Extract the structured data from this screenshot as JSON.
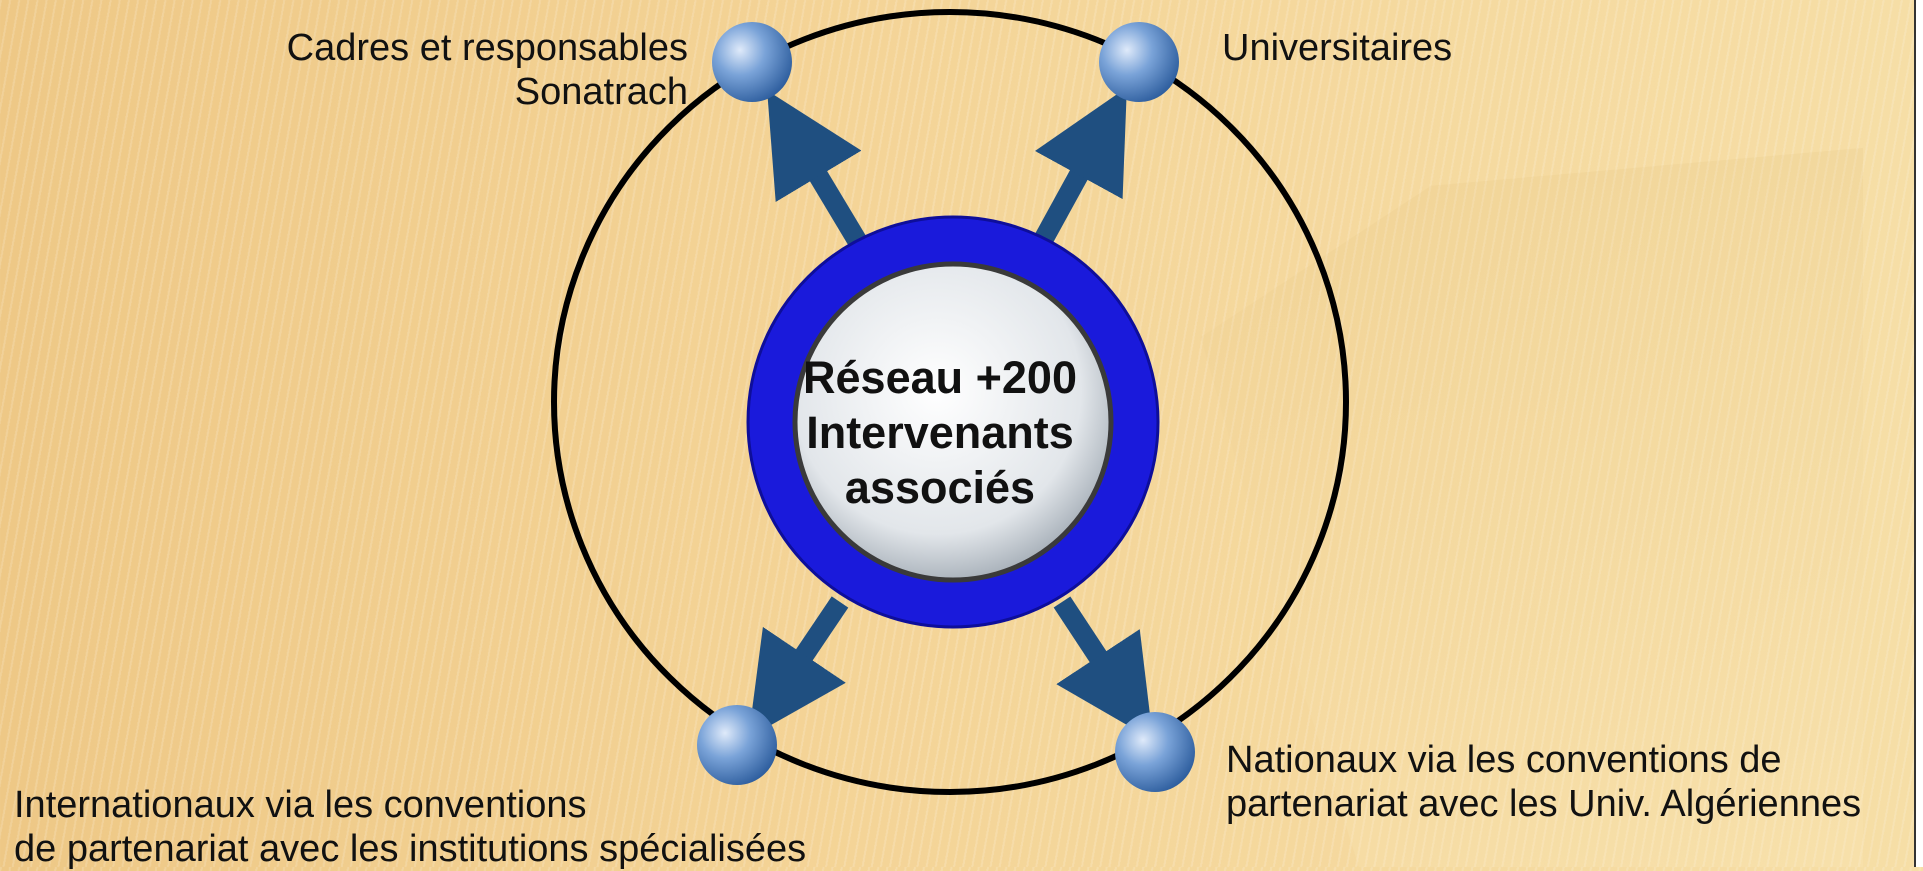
{
  "colors": {
    "ring": "#000000",
    "hub_outer": "#1a1adb",
    "hub_inner": "#d8dde2",
    "arrow": "#1f4f80",
    "node": "#5f8fc9"
  },
  "center": {
    "line1": "Réseau +200",
    "line2": "Intervenants",
    "line3": "associés"
  },
  "labels": {
    "top_left": {
      "line1": "Cadres et responsables",
      "line2": "Sonatrach"
    },
    "top_right": {
      "line1": "Universitaires"
    },
    "bottom_left": {
      "line1": "Internationaux via les conventions",
      "line2": "de partenariat avec les institutions spécialisées"
    },
    "bottom_right": {
      "line1": "Nationaux via les conventions de",
      "line2": "partenariat avec les Univ. Algériennes"
    }
  }
}
